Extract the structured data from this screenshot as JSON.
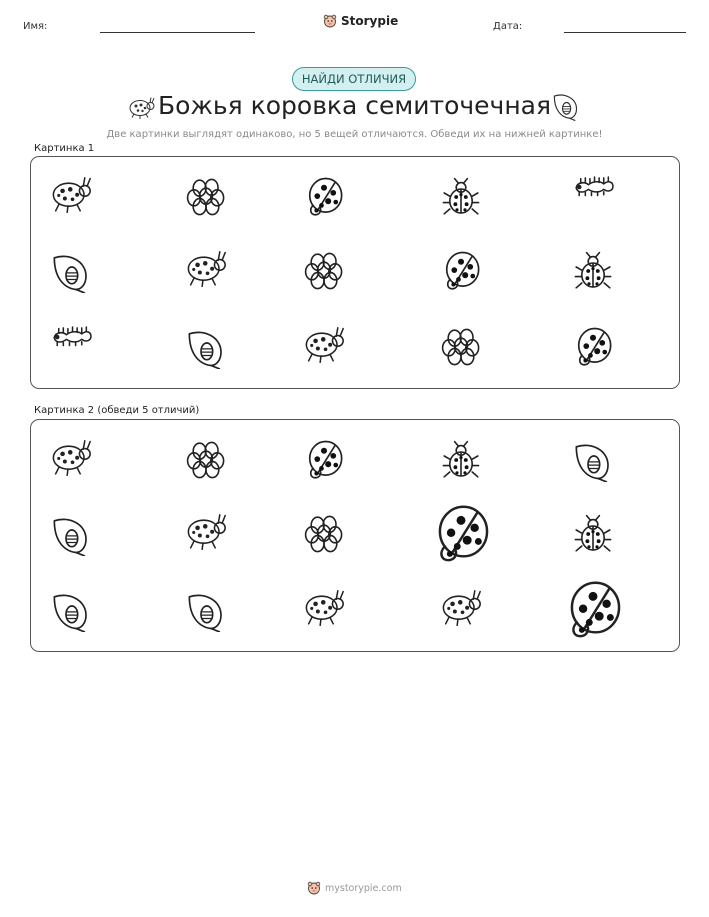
{
  "header": {
    "name_label": "Имя:",
    "date_label": "Дата:",
    "brand": "Storypie"
  },
  "badge": "НАЙДИ ОТЛИЧИЯ",
  "title": "Божья коровка семиточечная",
  "instructions": "Две картинки выглядят одинаково, но 5 вещей отличаются. Обведи их на нижней картинке!",
  "panel1": {
    "label": "Картинка 1",
    "items": [
      "ladybug-side",
      "eggs",
      "ladybug-top",
      "ladybug-front",
      "larva",
      "leaf",
      "ladybug-side",
      "eggs",
      "ladybug-top",
      "ladybug-front",
      "larva",
      "leaf",
      "ladybug-side",
      "eggs",
      "ladybug-top"
    ]
  },
  "panel2": {
    "label": "Картинка 2 (обведи 5 отличий)",
    "items": [
      "ladybug-side",
      "eggs",
      "ladybug-top",
      "ladybug-front",
      "leaf",
      "leaf",
      "ladybug-side",
      "eggs",
      "ladybug-top-large",
      "ladybug-front",
      "leaf",
      "leaf",
      "ladybug-side",
      "ladybug-side",
      "ladybug-top-large"
    ]
  },
  "footer": "mystorypie.com"
}
